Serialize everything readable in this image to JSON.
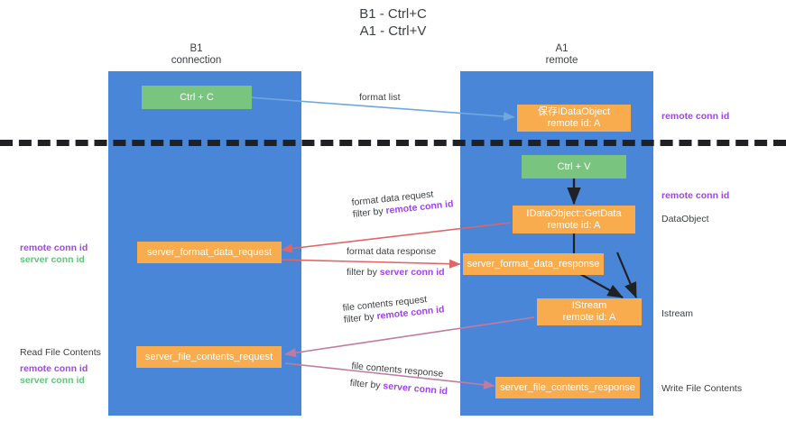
{
  "title": {
    "line1": "B1 - Ctrl+C",
    "line2": "A1 - Ctrl+V"
  },
  "lanes": [
    {
      "id": "b1",
      "name": "B1",
      "role": "connection"
    },
    {
      "id": "a1",
      "name": "A1",
      "role": "remote"
    }
  ],
  "colors": {
    "lane": "#4a86d8",
    "green_node": "#79c57f",
    "orange_node": "#f9ac4e",
    "purple_text": "#a142f4",
    "green_text": "#63c47c",
    "blue_arrow": "#6fa8dc",
    "red_arrow": "#e06666",
    "magenta_arrow": "#c27ba0",
    "dark_arrow": "#202124"
  },
  "nodes": {
    "ctrl_c": {
      "label": "Ctrl + C"
    },
    "ctrl_v": {
      "label": "Ctrl + V"
    },
    "data_object": {
      "line1": "保存IDataObject",
      "line2": "remote id: A"
    },
    "get_data": {
      "line1": "IDataObject::GetData",
      "line2": "remote id: A"
    },
    "istream": {
      "line1": "IStream",
      "line2": "remote id: A"
    },
    "format_data_request": {
      "label": "server_format_data_request"
    },
    "format_data_response": {
      "label": "server_format_data_response"
    },
    "file_contents_request": {
      "label": "server_file_contents_request"
    },
    "file_contents_response": {
      "label": "server_file_contents_response"
    }
  },
  "edges": {
    "format_list": {
      "label": "format list"
    },
    "format_data_request": {
      "label": "format data request",
      "filter_prefix": "filter by ",
      "filter_key": "remote conn id"
    },
    "format_data_response": {
      "label": "format data response",
      "filter_prefix": "filter by ",
      "filter_key": "server conn id"
    },
    "file_contents_request": {
      "label": "file contents request",
      "filter_prefix": "filter by ",
      "filter_key": "remote conn id"
    },
    "file_contents_response": {
      "label": "file contents response",
      "filter_prefix": "filter by ",
      "filter_key": "server conn id"
    }
  },
  "annotations": {
    "right_top_conn": "remote conn id",
    "right_mid_conn": "remote conn id",
    "right_data_object": "DataObject",
    "right_istream": "Istream",
    "right_write_file": "Write File Contents",
    "left_mid_remote": "remote conn id",
    "left_mid_server": "server conn id",
    "left_read_file": "Read File Contents",
    "left_bottom_remote": "remote conn id",
    "left_bottom_server": "server conn id"
  }
}
